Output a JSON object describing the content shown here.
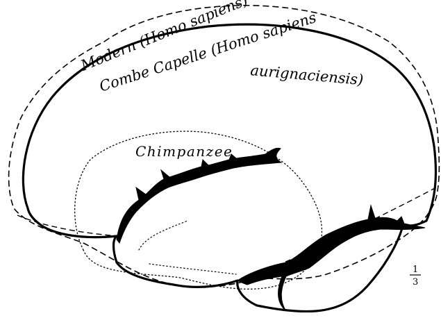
{
  "labels": {
    "modern": "Modern (Homo sapiens)",
    "combe_line1": "Combe Capelle (Homo sapiens",
    "combe_line2": "aurignaciensis)",
    "chimpanzee": "Chimpanzee"
  },
  "scale": {
    "numerator": "1",
    "denominator": "3"
  },
  "colors": {
    "outline": "#000000",
    "background": "#ffffff"
  }
}
